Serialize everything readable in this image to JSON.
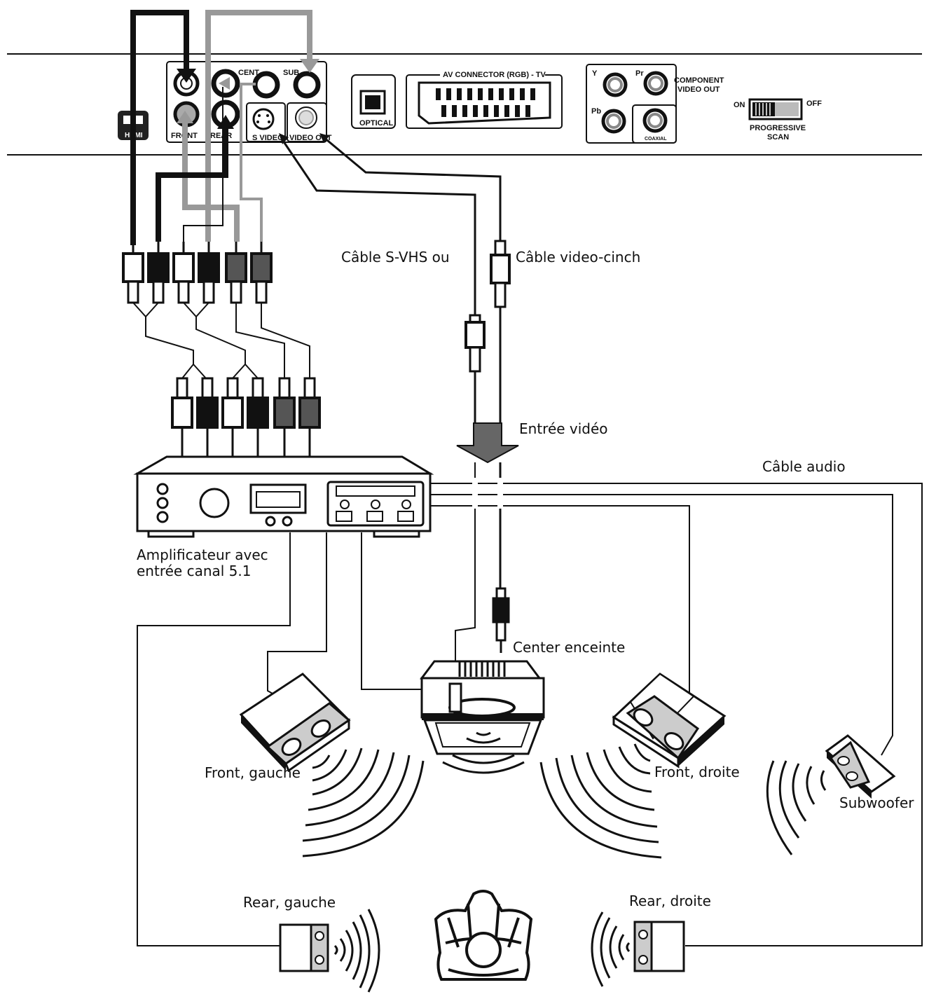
{
  "panel": {
    "hdmi": "HDMI",
    "front": "FRONT",
    "rear": "REAR",
    "cent": "CENT",
    "sub": "SUB",
    "svideo": "S VIDEO",
    "videoout": "VIDEO OUT",
    "optical": "OPTICAL",
    "av_connector": "AV CONNECTOR (RGB) - TV",
    "y": "Y",
    "pr": "Pr",
    "pb": "Pb",
    "component_1": "COMPONENT",
    "component_2": "VIDEO OUT",
    "coaxial": "COAXIAL",
    "on": "ON",
    "off": "OFF",
    "progressive_1": "PROGRESSIVE",
    "progressive_2": "SCAN"
  },
  "labels": {
    "svhs_cable": "Câble S-VHS ou",
    "video_cinch": "Câble video-cinch",
    "video_input": "Entrée vidéo",
    "audio_cable": "Câble audio",
    "amp_1": "Amplificateur avec",
    "amp_2": "entrée canal 5.1",
    "center": "Center enceinte",
    "front_left": "Front, gauche",
    "front_right": "Front, droite",
    "subwoofer": "Subwoofer",
    "rear_left": "Rear, gauche",
    "rear_right": "Rear, droite"
  },
  "colors": {
    "black_cable": "#111111",
    "grey_cable": "#999999",
    "dark_plug": "#555555"
  }
}
